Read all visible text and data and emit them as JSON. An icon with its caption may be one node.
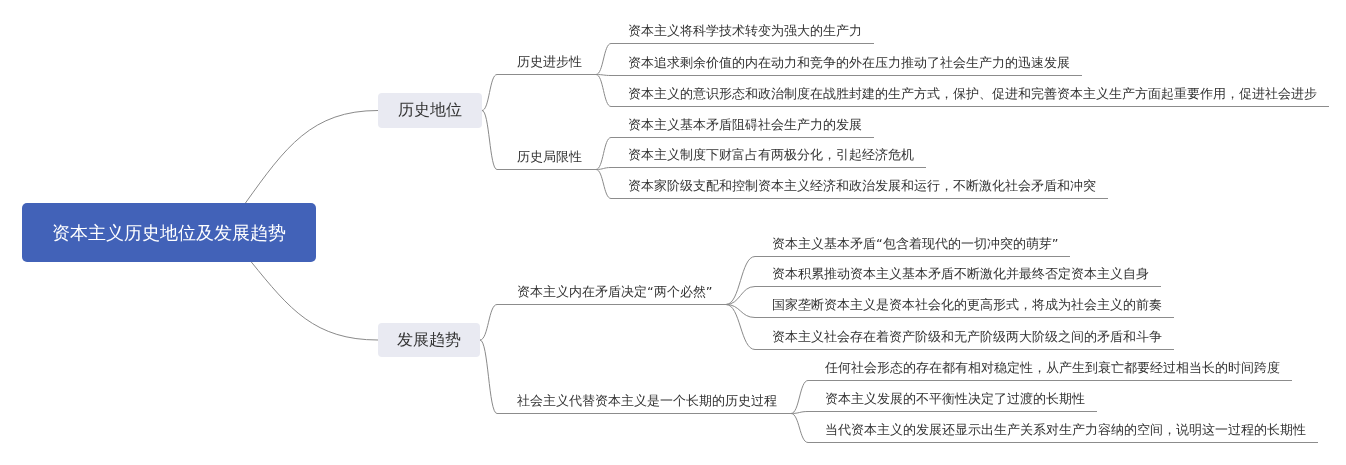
{
  "diagram": {
    "nodes": [
      {
        "text": [
          "资本主义历史地位及发展趋势"
        ]
      },
      {
        "text": [
          "历史地位"
        ]
      },
      {
        "text": [
          "历史进步性"
        ]
      },
      {
        "text": [
          "资本主义将科学技术转变为强大的生产力"
        ]
      },
      {
        "text": [
          "资本追求剩余价值的内在动力和竞争的外在压力推动了社会生产力的迅速发展"
        ]
      },
      {
        "text": [
          "资本主义的意识形态和政治制度在战胜封建的生产方式，保护、促进和完善资本主义生产方面起重要作用，促进社会进步"
        ]
      },
      {
        "text": [
          "历史局限性"
        ]
      },
      {
        "text": [
          "资本主义基本矛盾阻碍社会生产力的发展"
        ]
      },
      {
        "text": [
          "资本主义制度下财富占有两极分化，引起经济危机"
        ]
      },
      {
        "text": [
          "资本家阶级支配和控制资本主义经济和政治发展和运行，不断激化社会矛盾和冲突"
        ]
      },
      {
        "text": [
          "发展趋势"
        ]
      },
      {
        "text": [
          "资本主义内在矛盾决定“两个必然”"
        ]
      },
      {
        "text": [
          "资本主义基本矛盾“包含着现代的一切冲突的萌芽”"
        ]
      },
      {
        "text": [
          "资本积累推动资本主义基本矛盾不断激化并最终否定资本主义自身"
        ]
      },
      {
        "text": [
          "国家垄断资本主义是资本社会化的更高形式，将成为社会主义的前奏"
        ]
      },
      {
        "text": [
          "资本主义社会存在着资产阶级和无产阶级两大阶级之间的矛盾和斗争"
        ]
      },
      {
        "text": [
          "社会主义代替资本主义是一个长期的历史过程"
        ]
      },
      {
        "text": [
          "任何社会形态的存在都有相对稳定性，从产生到衰亡都要经过相当长的时间跨度"
        ]
      },
      {
        "text": [
          "资本主义发展的不平衡性决定了过渡的长期性"
        ]
      },
      {
        "text": [
          "当代资本主义的发展还显示出生产关系对生产力容纳的空间，说明这一过程的长期性"
        ]
      }
    ],
    "edges": [
      {
        "from": 0,
        "to": 1,
        "arrow": "none"
      },
      {
        "from": 1,
        "to": 2,
        "arrow": "none"
      },
      {
        "from": 2,
        "to": 3,
        "arrow": "none"
      },
      {
        "from": 2,
        "to": 4,
        "arrow": "none"
      },
      {
        "from": 2,
        "to": 5,
        "arrow": "none"
      },
      {
        "from": 1,
        "to": 6,
        "arrow": "none"
      },
      {
        "from": 6,
        "to": 7,
        "arrow": "none"
      },
      {
        "from": 6,
        "to": 8,
        "arrow": "none"
      },
      {
        "from": 6,
        "to": 9,
        "arrow": "none"
      },
      {
        "from": 0,
        "to": 10,
        "arrow": "none"
      },
      {
        "from": 10,
        "to": 11,
        "arrow": "none"
      },
      {
        "from": 11,
        "to": 12,
        "arrow": "none"
      },
      {
        "from": 11,
        "to": 13,
        "arrow": "none"
      },
      {
        "from": 11,
        "to": 14,
        "arrow": "none"
      },
      {
        "from": 11,
        "to": 15,
        "arrow": "none"
      },
      {
        "from": 10,
        "to": 16,
        "arrow": "none"
      },
      {
        "from": 16,
        "to": 17,
        "arrow": "none"
      },
      {
        "from": 16,
        "to": 18,
        "arrow": "none"
      },
      {
        "from": 16,
        "to": 19,
        "arrow": "none"
      }
    ]
  }
}
